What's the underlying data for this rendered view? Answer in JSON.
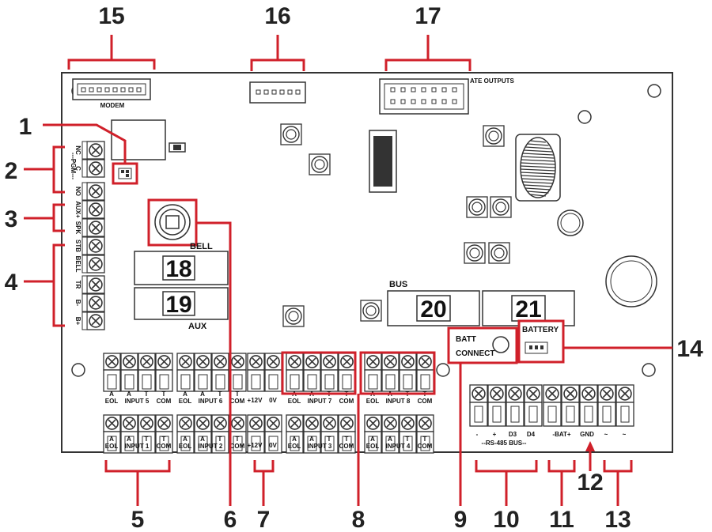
{
  "callouts": {
    "n1": "1",
    "n2": "2",
    "n3": "3",
    "n4": "4",
    "n5": "5",
    "n6": "6",
    "n7": "7",
    "n8": "8",
    "n9": "9",
    "n10": "10",
    "n11": "11",
    "n12": "12",
    "n13": "13",
    "n14": "14",
    "n15": "15",
    "n16": "16",
    "n17": "17"
  },
  "board": {
    "modem": "MODEM",
    "state_outputs": "ATE OUTPUTS",
    "bell": "BELL",
    "aux": "AUX",
    "bus": "BUS",
    "battery": "BATTERY",
    "batt_connect_1": "BATT",
    "batt_connect_2": "CONNECT",
    "box18": "18",
    "box19": "19",
    "box20": "20",
    "box21": "21",
    "left_terms": [
      "NC",
      "C",
      "NO",
      "AUX+",
      "SPK",
      "STB",
      "BELL",
      "TR",
      "B-",
      "B+"
    ],
    "pgm": "---PGM---",
    "upper_row": [
      {
        "a": "A",
        "b": "EOL",
        "input": "INPUT 5",
        "t": "T",
        "com": "COM"
      },
      {
        "a": "A",
        "b": "EOL",
        "input": "INPUT 6",
        "t": "T",
        "com": "COM"
      },
      {
        "a": "A",
        "b": "EOL",
        "input": "INPUT 7",
        "t": "T",
        "com": "COM"
      },
      {
        "a": "A",
        "b": "EOL",
        "input": "INPUT 8",
        "t": "T",
        "com": "COM"
      }
    ],
    "lower_row": [
      {
        "a": "A",
        "b": "EOL",
        "input": "INPUT 1",
        "t": "T",
        "com": "COM"
      },
      {
        "a": "A",
        "b": "EOL",
        "input": "INPUT 2",
        "t": "T",
        "com": "COM"
      },
      {
        "a": "A",
        "b": "EOL",
        "input": "INPUT 3",
        "t": "T",
        "com": "COM"
      },
      {
        "a": "A",
        "b": "EOL",
        "input": "INPUT 4",
        "t": "T",
        "com": "COM"
      }
    ],
    "plus12": "+12V",
    "zero_v": "0V",
    "rs485": [
      "-",
      "+",
      "D3",
      "D4"
    ],
    "rs485_bus": "--RS-485 BUS--",
    "bat_terms": "-BAT+",
    "gnd": "GND",
    "tilde": "~"
  }
}
